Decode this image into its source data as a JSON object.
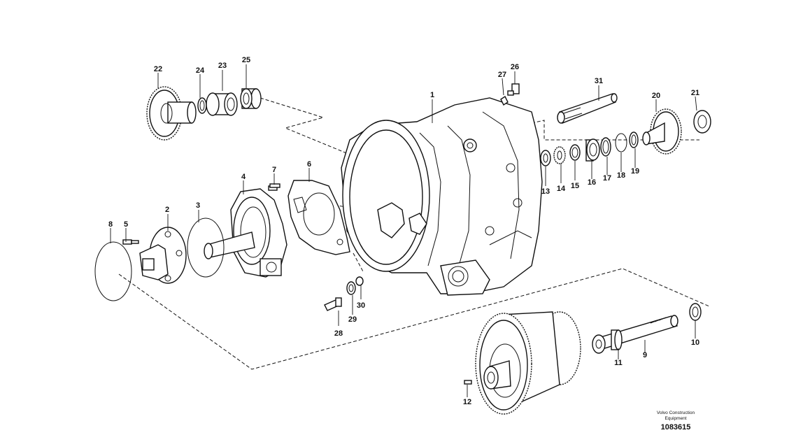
{
  "diagram": {
    "labels": {
      "p1": "1",
      "p2": "2",
      "p3": "3",
      "p4": "4",
      "p5": "5",
      "p6": "6",
      "p7": "7",
      "p8": "8",
      "p9": "9",
      "p10": "10",
      "p11": "11",
      "p12": "12",
      "p13": "13",
      "p14": "14",
      "p15": "15",
      "p16": "16",
      "p17": "17",
      "p18": "18",
      "p19": "19",
      "p20": "20",
      "p21": "21",
      "p22": "22",
      "p23": "23",
      "p24": "24",
      "p25": "25",
      "p26": "26",
      "p27": "27",
      "p28": "28",
      "p29": "29",
      "p30": "30",
      "p31": "31"
    },
    "brand_line1": "Volvo Construction",
    "brand_line2": "Equipment",
    "drawing_number": "1083615"
  }
}
